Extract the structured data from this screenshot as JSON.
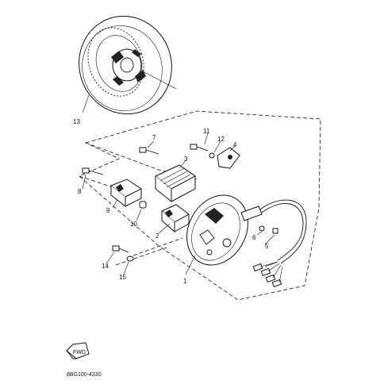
{
  "diagram": {
    "document_code": "8BG100-4330",
    "front_badge": "FWD",
    "callouts": [
      {
        "id": "c1",
        "label": "1"
      },
      {
        "id": "c2",
        "label": "2"
      },
      {
        "id": "c3",
        "label": "3"
      },
      {
        "id": "c4",
        "label": "4"
      },
      {
        "id": "c5",
        "label": "5"
      },
      {
        "id": "c6",
        "label": "6"
      },
      {
        "id": "c7",
        "label": "7"
      },
      {
        "id": "c8",
        "label": "8"
      },
      {
        "id": "c9",
        "label": "9"
      },
      {
        "id": "c10",
        "label": "10"
      },
      {
        "id": "c11",
        "label": "11"
      },
      {
        "id": "c12",
        "label": "12"
      },
      {
        "id": "c13",
        "label": "13"
      },
      {
        "id": "c14",
        "label": "14"
      },
      {
        "id": "c15",
        "label": "15"
      }
    ]
  }
}
